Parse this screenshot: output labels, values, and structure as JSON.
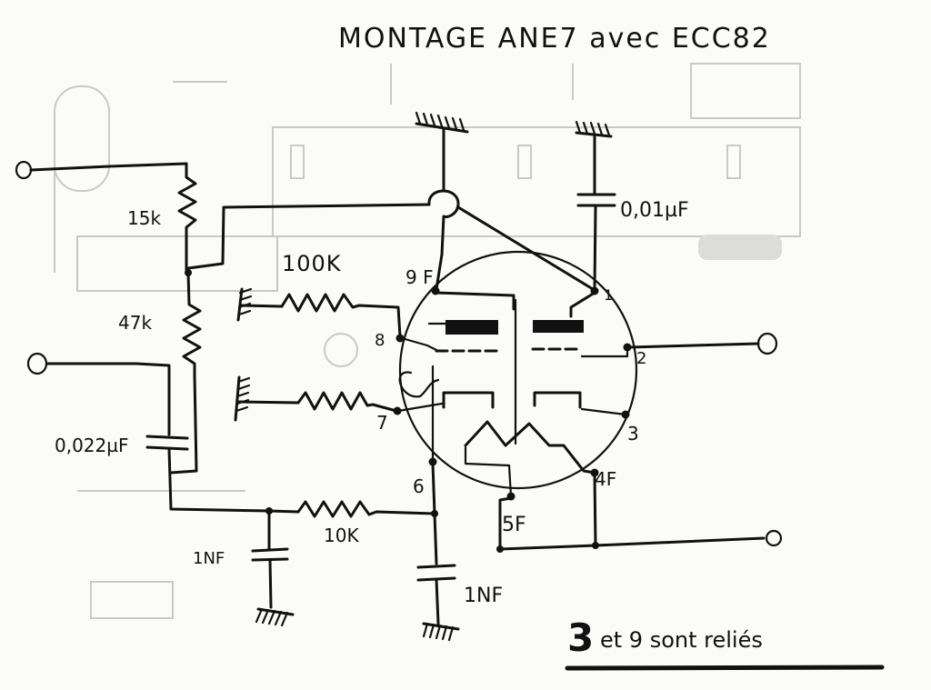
{
  "title": "MONTAGE ANE7 avec ECC82",
  "note": {
    "highlight": "3",
    "rest": "et 9 sont reliés"
  },
  "components": {
    "r_15k": "15k",
    "r_47k": "47k",
    "r_100k": "100K",
    "r_10k": "10K",
    "c_001uf": "0,01µF",
    "c_0022uf": "0,022µF",
    "c_1nf_left": "1NF",
    "c_1nf_right": "1NF"
  },
  "pins": {
    "p1": "1",
    "p2": "2",
    "p3": "3",
    "p4": "4F",
    "p5": "5F",
    "p6": "6",
    "p7": "7",
    "p8": "8",
    "p9": "9 F"
  },
  "colors": {
    "ink": "#111111",
    "paper": "#fbfbf9",
    "ghost": "#c9c9c6"
  }
}
